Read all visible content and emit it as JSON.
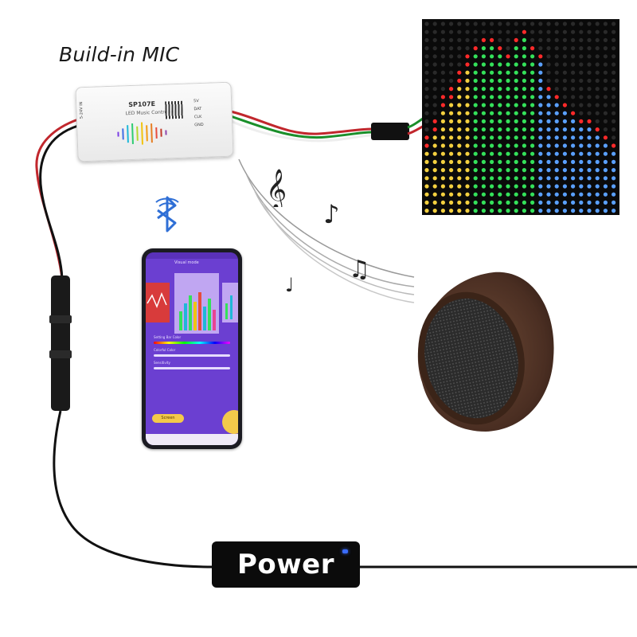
{
  "title": "Build-in MIC",
  "controller": {
    "model": "SP107E",
    "subtitle": "LED Music Controller",
    "side_text": "5-24V IN",
    "pins": [
      "5V",
      "DAT",
      "CLK",
      "GND"
    ]
  },
  "phone": {
    "app_title": "Visual mode",
    "labels": [
      "Setting Bar Color",
      "Colorful Color",
      "Sensitivity"
    ],
    "button_label": "Screen"
  },
  "power_label": "Power",
  "colors": {
    "matrix_red": "#ff2a2a",
    "matrix_green": "#34e15a",
    "matrix_blue": "#5aa0ff",
    "app_purple": "#6b3fd1",
    "app_yellow": "#f3c94a",
    "power_led": "#3a6cff"
  },
  "icons": [
    "bluetooth-icon",
    "music-note-icon",
    "treble-clef-icon"
  ]
}
